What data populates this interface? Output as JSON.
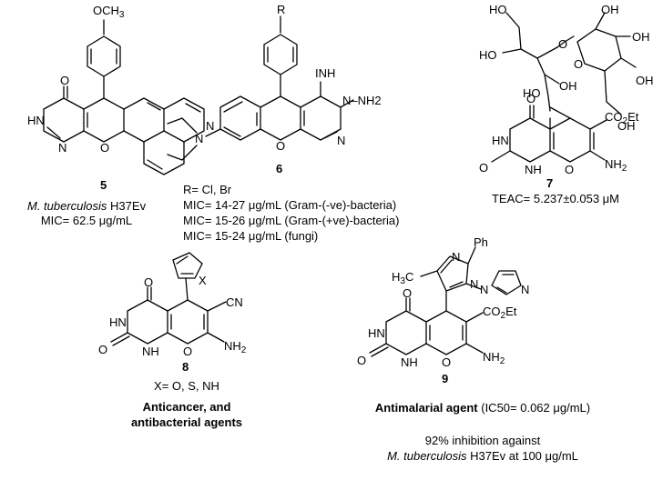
{
  "compounds": [
    {
      "id": "5",
      "substituent": "OCH3",
      "atoms": {
        "o_ring": "O",
        "nh": "HN",
        "n1": "N",
        "n2": "N",
        "o_carbonyl": "O"
      },
      "organism": "M. tuberculosis",
      "strain": "H37Ev",
      "mic": "MIC= 62.5 μg/mL"
    },
    {
      "id": "6",
      "substituent": "R",
      "atoms": {
        "imine": "NH",
        "imine_i": "I",
        "nh2": "N–NH2",
        "n_et": "N",
        "n_ring": "N",
        "o_ring": "O"
      },
      "r_def": "R= Cl, Br",
      "mic": [
        "MIC= 14-27 μg/mL (Gram-(-ve)-bacteria)",
        "MIC= 15-26 μg/mL (Gram-(+ve)-bacteria)",
        "MIC= 15-24 μg/mL (fungi)"
      ]
    },
    {
      "id": "7",
      "atoms": {
        "ho": "HO",
        "oh": "OH",
        "o": "O",
        "nh": "NH",
        "hn": "HN",
        "co2et": "CO2Et",
        "nh2": "NH2"
      },
      "teac": "TEAC= 5.237±0.053 μM"
    },
    {
      "id": "8",
      "atoms": {
        "x": "X",
        "cn": "CN",
        "nh2": "NH2",
        "hn": "HN",
        "nh": "NH",
        "o": "O"
      },
      "x_def": "X= O, S, NH",
      "activity": [
        "Anticancer, and",
        "antibacterial agents"
      ]
    },
    {
      "id": "9",
      "atoms": {
        "ph": "Ph",
        "h3c": "H3C",
        "n": "N",
        "co2et": "CO2Et",
        "nh2": "NH2",
        "hn": "HN",
        "nh": "NH",
        "o": "O"
      },
      "activity_bold": "Antimalarial agent",
      "ic50": "(IC50= 0.062 μg/mL)",
      "inhibition": "92% inhibition against",
      "organism": "M. tuberculosis",
      "strain_dose": "H37Ev at 100 μg/mL"
    }
  ]
}
